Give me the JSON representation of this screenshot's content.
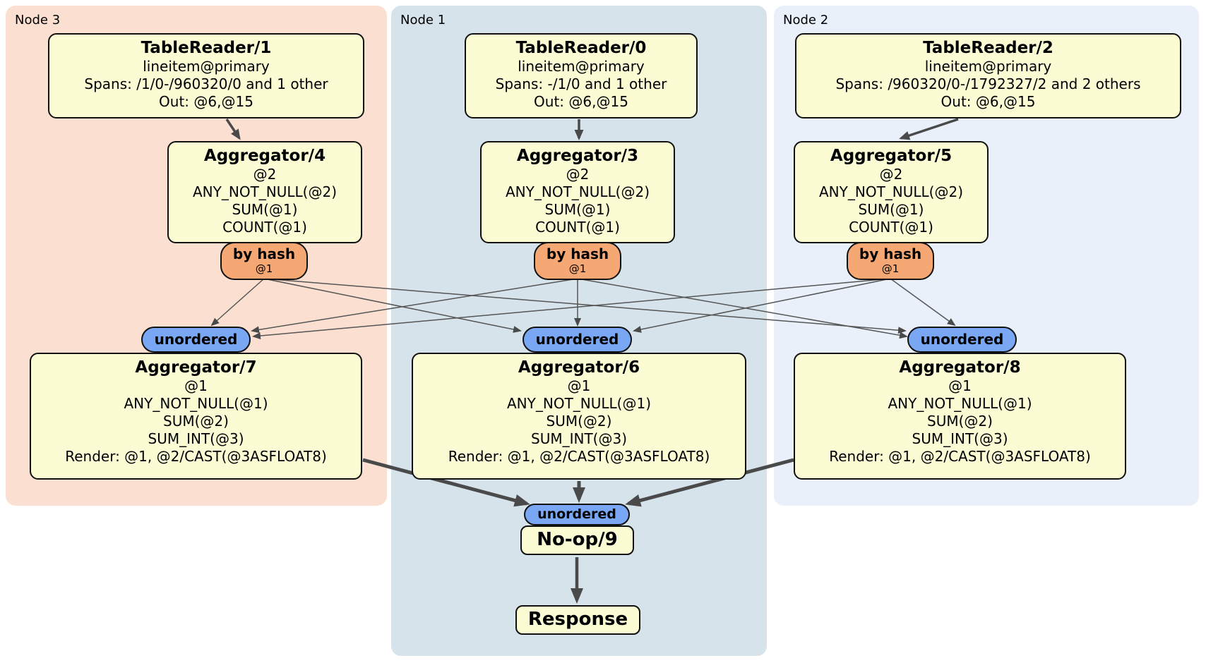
{
  "regions": [
    {
      "label": "Node 3",
      "bg": "#fbe0d2"
    },
    {
      "label": "Node 1",
      "bg": "#d6e3ea"
    },
    {
      "label": "Node 2",
      "bg": "#e9f0fa"
    }
  ],
  "processors": {
    "tablereader1": {
      "title": "TableReader/1",
      "lines": [
        "lineitem@primary",
        "Spans: /1/0-/960320/0 and 1 other",
        "Out: @6,@15"
      ]
    },
    "tablereader0": {
      "title": "TableReader/0",
      "lines": [
        "lineitem@primary",
        "Spans: -/1/0 and 1 other",
        "Out: @6,@15"
      ]
    },
    "tablereader2": {
      "title": "TableReader/2",
      "lines": [
        "lineitem@primary",
        "Spans: /960320/0-/1792327/2 and 2 others",
        "Out: @6,@15"
      ]
    },
    "aggregator4": {
      "title": "Aggregator/4",
      "lines": [
        "@2",
        "ANY_NOT_NULL(@2)",
        "SUM(@1)",
        "COUNT(@1)"
      ]
    },
    "aggregator3": {
      "title": "Aggregator/3",
      "lines": [
        "@2",
        "ANY_NOT_NULL(@2)",
        "SUM(@1)",
        "COUNT(@1)"
      ]
    },
    "aggregator5": {
      "title": "Aggregator/5",
      "lines": [
        "@2",
        "ANY_NOT_NULL(@2)",
        "SUM(@1)",
        "COUNT(@1)"
      ]
    },
    "aggregator7": {
      "title": "Aggregator/7",
      "lines": [
        "@1",
        "ANY_NOT_NULL(@1)",
        "SUM(@2)",
        "SUM_INT(@3)",
        "Render: @1, @2/CAST(@3ASFLOAT8)"
      ]
    },
    "aggregator6": {
      "title": "Aggregator/6",
      "lines": [
        "@1",
        "ANY_NOT_NULL(@1)",
        "SUM(@2)",
        "SUM_INT(@3)",
        "Render: @1, @2/CAST(@3ASFLOAT8)"
      ]
    },
    "aggregator8": {
      "title": "Aggregator/8",
      "lines": [
        "@1",
        "ANY_NOT_NULL(@1)",
        "SUM(@2)",
        "SUM_INT(@3)",
        "Render: @1, @2/CAST(@3ASFLOAT8)"
      ]
    },
    "noop9": {
      "title": "No-op/9"
    },
    "response": {
      "title": "Response"
    }
  },
  "routers": {
    "hash4": {
      "label": "by hash",
      "detail": "@1"
    },
    "hash3": {
      "label": "by hash",
      "detail": "@1"
    },
    "hash5": {
      "label": "by hash",
      "detail": "@1"
    }
  },
  "streams": {
    "unordered_left": {
      "label": "unordered"
    },
    "unordered_center": {
      "label": "unordered"
    },
    "unordered_right": {
      "label": "unordered"
    },
    "unordered_final": {
      "label": "unordered"
    }
  },
  "colors": {
    "node3_bg": "#fbe0d2",
    "node1_bg": "#d6e3ea",
    "node2_bg": "#e9f0fa",
    "box_fill": "#fcfcd4",
    "router_fill": "#f6a874",
    "stream_fill": "#79a7f3",
    "edge": "#4a4a4a",
    "border": "#111111"
  }
}
